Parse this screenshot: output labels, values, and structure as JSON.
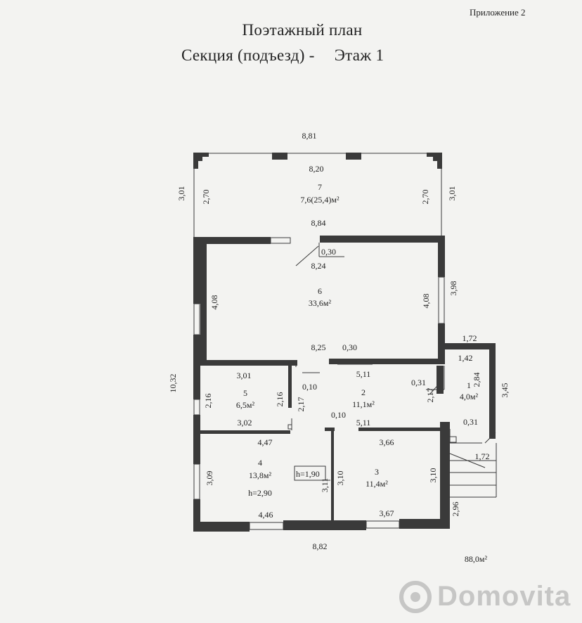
{
  "header": {
    "appendix": "Приложение 2",
    "title": "Поэтажный план",
    "section_label": "Секция (подъезд) -",
    "floor_label": "Этаж 1"
  },
  "dimensions": {
    "top_overall": "8,81",
    "terrace_inner_width": "8,20",
    "terrace_left_outer": "3,01",
    "terrace_left_inner": "2,70",
    "terrace_right_inner": "2,70",
    "terrace_right_outer": "3,01",
    "terrace_bottom": "8,84",
    "hall_top_width": "8,24",
    "hall_top_gap": "0,30",
    "hall_left_height": "4,08",
    "hall_right_height": "4,08",
    "hall_right_outer": "3,98",
    "hall_bottom_width": "8,25",
    "hall_bottom_gap": "0,30",
    "left_overall_height": "10,32",
    "room5_width": "3,01",
    "room5_left_height": "2,16",
    "room5_right_height": "2,16",
    "room5_partition": "0,10",
    "corridor_left_height": "2,17",
    "corridor_top_width": "5,11",
    "corridor_gap": "0,31",
    "corridor_right_height": "2,17",
    "vestibule_top_width": "1,72",
    "vestibule_top_gap": "1,42",
    "vestibule_right_inner": "2,84",
    "vestibule_right_outer": "3,45",
    "vestibule_bottom_gap": "0,31",
    "vestibule_bottom_width": "1,72",
    "room5_bottom_width": "3,02",
    "partition_mid": "0,10",
    "corridor_bottom_width": "5,11",
    "room4_top_width": "4,47",
    "room3_top_width": "3,66",
    "room4_left_height": "3,09",
    "room4_ceiling": "h=1,90",
    "room4_right_inner": "3,10",
    "room4_right_outer": "3,11",
    "room3_right_height": "3,10",
    "porch_height": "2,96",
    "room4_bottom_width": "4,46",
    "room3_bottom_width": "3,67",
    "bottom_overall": "8,82"
  },
  "rooms": [
    {
      "number": "7",
      "area": "7,6(25,4)м²"
    },
    {
      "number": "6",
      "area": "33,6м²"
    },
    {
      "number": "5",
      "area": "6,5м²"
    },
    {
      "number": "2",
      "area": "11,1м²"
    },
    {
      "number": "1",
      "area": "4,0м²"
    },
    {
      "number": "4",
      "area": "13,8м²",
      "height": "h=2,90"
    },
    {
      "number": "3",
      "area": "11,4м²"
    }
  ],
  "total_area": "88,0м²",
  "watermark": "Domovita",
  "colors": {
    "wall": "#3a3a3a",
    "background": "#f3f3f1",
    "watermark": "#a0a0a0"
  }
}
